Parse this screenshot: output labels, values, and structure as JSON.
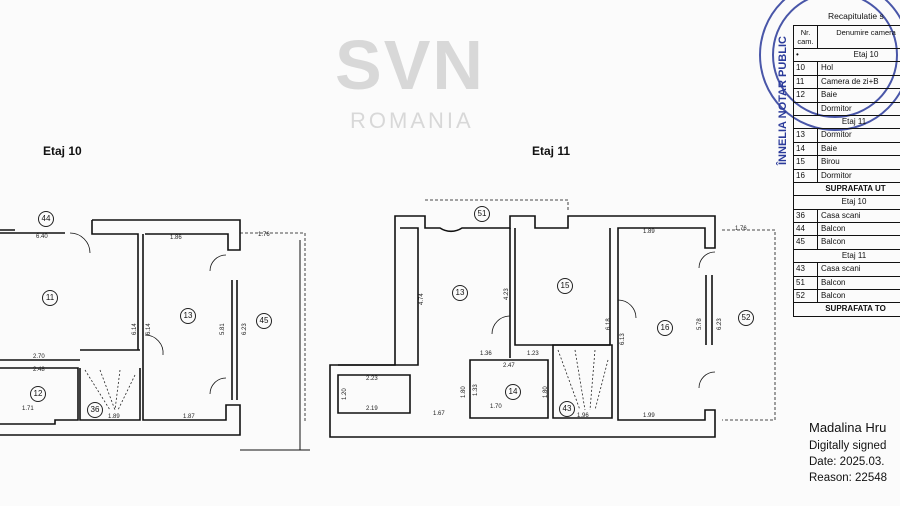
{
  "floors": [
    {
      "title": "Etaj 10",
      "rooms": [
        "44",
        "11",
        "13",
        "45",
        "12",
        "36"
      ],
      "dimensions": [
        "6.40",
        "1.86",
        "1.76",
        "6.14",
        "6.14",
        "5.81",
        "6.23",
        "2.70",
        "2.48",
        "1.71",
        "1.89",
        "1.87"
      ]
    },
    {
      "title": "Etaj 11",
      "rooms": [
        "51",
        "13",
        "15",
        "16",
        "52",
        "14",
        "43"
      ],
      "dimensions": [
        "1.89",
        "1.76",
        "4.74",
        "4.23",
        "6.18",
        "6.13",
        "5.78",
        "6.23",
        "1.36",
        "1.23",
        "2.47",
        "2.23",
        "1.20",
        "2.19",
        "1.67",
        "1.80",
        "1.33",
        "1.70",
        "1.80",
        "1.96",
        "1.99"
      ]
    }
  ],
  "watermark": {
    "brand": "SVN",
    "sub": "ROMANIA"
  },
  "stamp": {
    "text": "ÎNNELIA NOTAR PUBLIC",
    "color": "#2a3a9a"
  },
  "summary": {
    "title": "Recapitulatie s",
    "headers": {
      "nr": "Nr. cam.",
      "name": "Denumire camera"
    },
    "rows": [
      {
        "type": "section",
        "nr": "•",
        "name": "Etaj 10"
      },
      {
        "type": "room",
        "nr": "10",
        "name": "Hol"
      },
      {
        "type": "room",
        "nr": "11",
        "name": "Camera de zi+B"
      },
      {
        "type": "room",
        "nr": "12",
        "name": "Baie"
      },
      {
        "type": "room",
        "nr": "",
        "name": "Dormitor"
      },
      {
        "type": "section",
        "nr": "",
        "name": "Etaj 11"
      },
      {
        "type": "room",
        "nr": "13",
        "name": "Dormitor"
      },
      {
        "type": "room",
        "nr": "14",
        "name": "Baie"
      },
      {
        "type": "room",
        "nr": "15",
        "name": "Birou"
      },
      {
        "type": "room",
        "nr": "16",
        "name": "Dormitor"
      },
      {
        "type": "total",
        "nr": "",
        "name": "SUPRAFATA UT"
      },
      {
        "type": "section",
        "nr": "",
        "name": "Etaj 10"
      },
      {
        "type": "room",
        "nr": "36",
        "name": "Casa scani"
      },
      {
        "type": "room",
        "nr": "44",
        "name": "Balcon"
      },
      {
        "type": "room",
        "nr": "45",
        "name": "Balcon"
      },
      {
        "type": "section",
        "nr": "",
        "name": "Etaj 11"
      },
      {
        "type": "room",
        "nr": "43",
        "name": "Casa scani"
      },
      {
        "type": "room",
        "nr": "51",
        "name": "Balcon"
      },
      {
        "type": "room",
        "nr": "52",
        "name": "Balcon"
      },
      {
        "type": "total",
        "nr": "",
        "name": "SUPRAFATA TO"
      }
    ]
  },
  "signature": {
    "name": "Madalina Hru",
    "line1": "Digitally signed",
    "line2": "Date: 2025.03.",
    "line3": "Reason: 22548"
  }
}
